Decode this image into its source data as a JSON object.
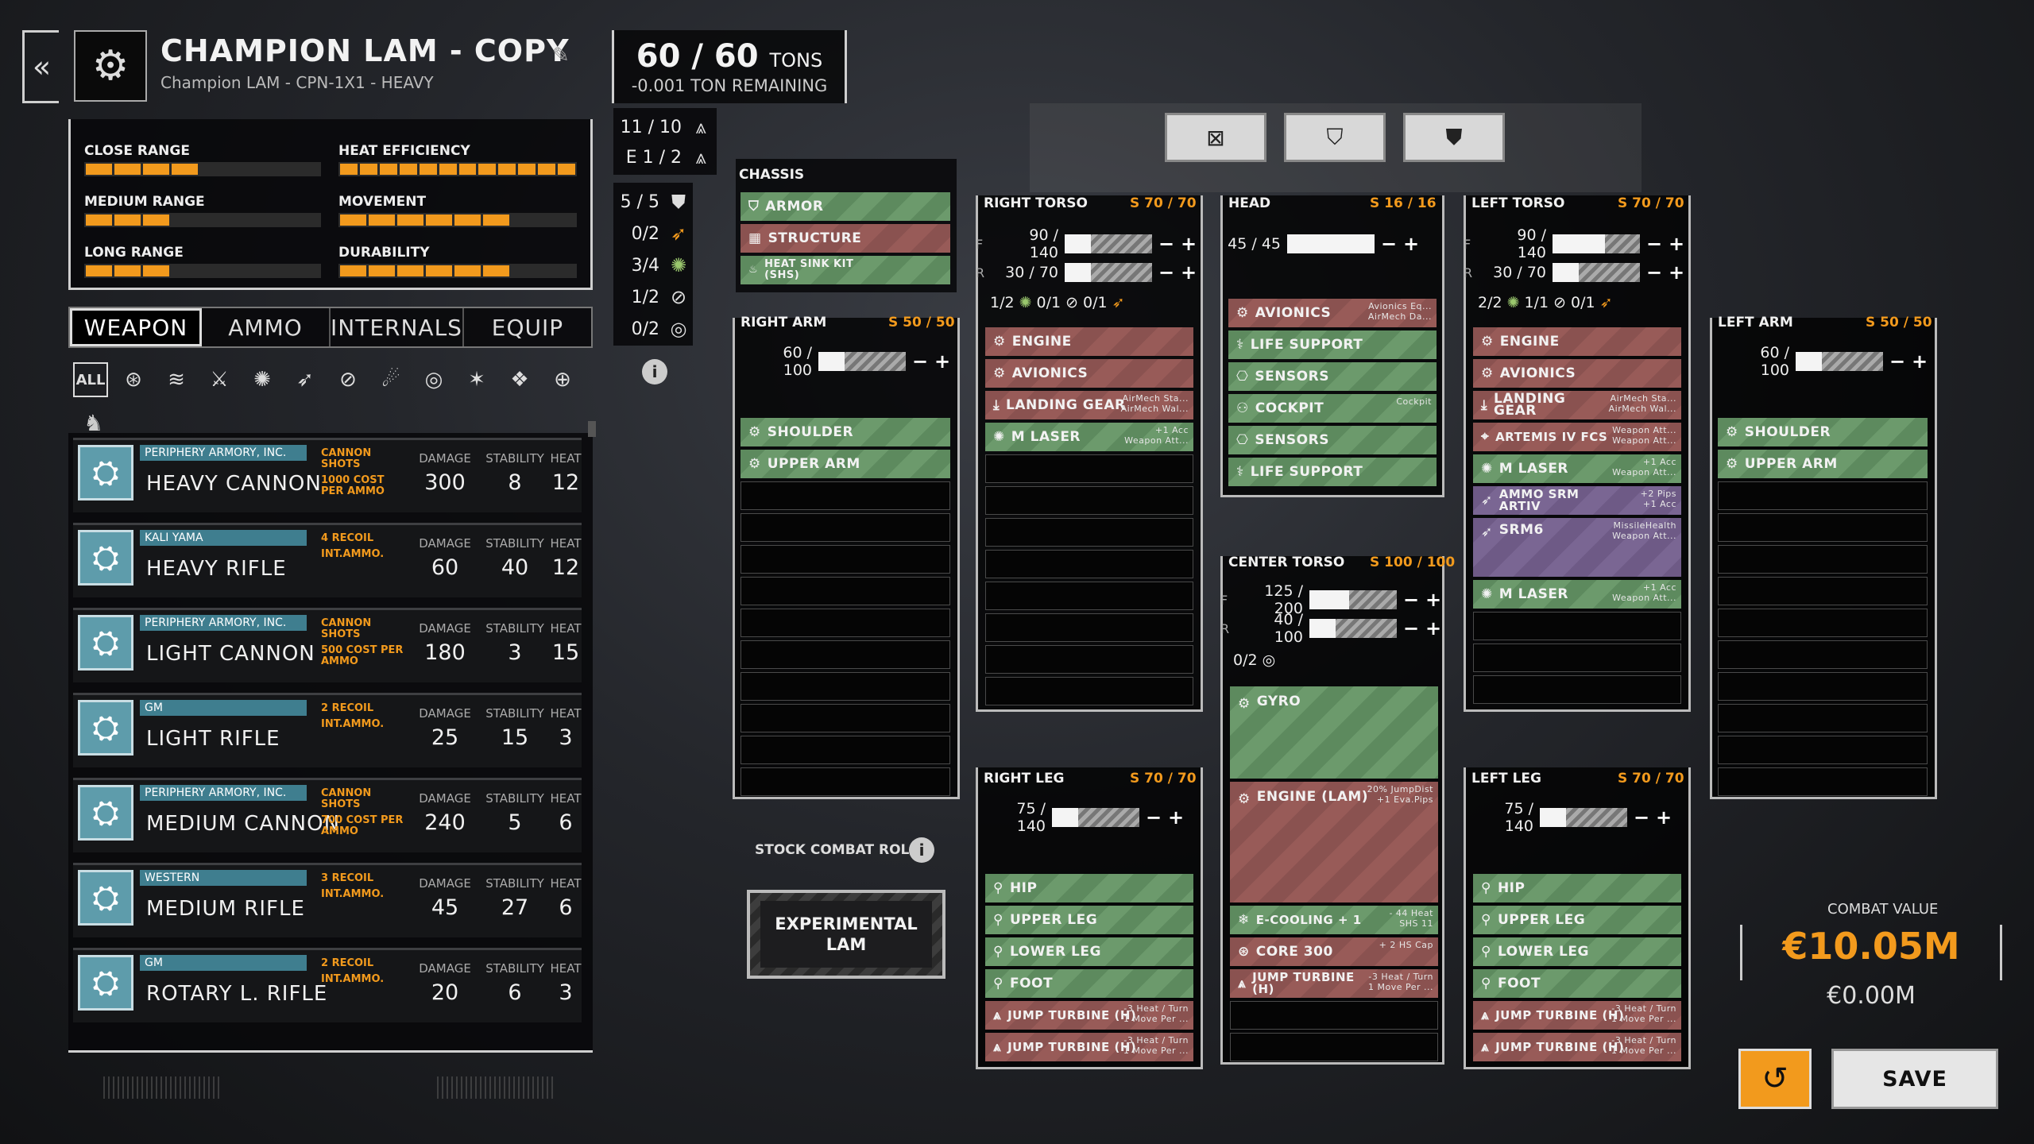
{
  "header": {
    "title": "CHAMPION LAM - COPY",
    "subtitle": "Champion LAM - CPN-1X1 - HEAVY"
  },
  "stats": [
    {
      "label": "CLOSE RANGE",
      "pips": 4
    },
    {
      "label": "HEAT EFFICIENCY",
      "pips": 12
    },
    {
      "label": "MEDIUM RANGE",
      "pips": 3
    },
    {
      "label": "MOVEMENT",
      "pips": 6
    },
    {
      "label": "LONG RANGE",
      "pips": 3
    },
    {
      "label": "DURABILITY",
      "pips": 6
    }
  ],
  "tabs": [
    "WEAPON",
    "AMMO",
    "INTERNALS",
    "EQUIP"
  ],
  "filter_all": "ALL",
  "weapon_cols": {
    "damage": "DAMAGE",
    "stability": "STABILITY",
    "heat": "HEAT"
  },
  "weapons": [
    {
      "maker": "PERIPHERY ARMORY, INC.",
      "name": "HEAVY CANNON",
      "tag1": "CANNON SHOTS",
      "tag2": "1000 COST PER AMMO",
      "damage": "300",
      "stability": "8",
      "heat": "12"
    },
    {
      "maker": "KALI YAMA",
      "name": "HEAVY RIFLE",
      "tag1": "4 RECOIL",
      "tag2": "INT.AMMO.",
      "damage": "60",
      "stability": "40",
      "heat": "12"
    },
    {
      "maker": "PERIPHERY ARMORY, INC.",
      "name": "LIGHT CANNON",
      "tag1": "CANNON SHOTS",
      "tag2": "500 COST PER AMMO",
      "damage": "180",
      "stability": "3",
      "heat": "15"
    },
    {
      "maker": "GM",
      "name": "LIGHT RIFLE",
      "tag1": "2 RECOIL",
      "tag2": "INT.AMMO.",
      "damage": "25",
      "stability": "15",
      "heat": "3"
    },
    {
      "maker": "PERIPHERY ARMORY, INC.",
      "name": "MEDIUM CANNON",
      "tag1": "CANNON SHOTS",
      "tag2": "700 COST PER AMMO",
      "damage": "240",
      "stability": "5",
      "heat": "6"
    },
    {
      "maker": "WESTERN",
      "name": "MEDIUM RIFLE",
      "tag1": "3 RECOIL",
      "tag2": "INT.AMMO.",
      "damage": "45",
      "stability": "27",
      "heat": "6"
    },
    {
      "maker": "GM",
      "name": "ROTARY L. RIFLE",
      "tag1": "2 RECOIL",
      "tag2": "INT.AMMO.",
      "damage": "20",
      "stability": "6",
      "heat": "3"
    }
  ],
  "tonnage": {
    "value": "60 / 60",
    "unit": "TONS",
    "remaining": "-0.001 TON REMAINING"
  },
  "capacity": [
    {
      "text": "11 / 10",
      "icon": "jump-jet"
    },
    {
      "text": "E 1 / 2",
      "icon": "jump-jet"
    },
    {
      "text": "5 / 5",
      "icon": "armor-chevron"
    },
    {
      "text": "0/2",
      "icon": "missile"
    },
    {
      "text": "3/4",
      "icon": "energy"
    },
    {
      "text": "1/2",
      "icon": "ballistic"
    },
    {
      "text": "0/2",
      "icon": "support"
    }
  ],
  "chassis": {
    "title": "CHASSIS",
    "items": [
      "ARMOR",
      "STRUCTURE",
      "HEAT SINK KIT (SHS)"
    ]
  },
  "right_arm": {
    "title": "RIGHT ARM",
    "cap": "S 50 / 50",
    "armor": "60 / 100",
    "slots": [
      "SHOULDER",
      "UPPER ARM"
    ]
  },
  "left_arm": {
    "title": "LEFT ARM",
    "cap": "S 50 / 50",
    "armor": "60 / 100",
    "slots": [
      "SHOULDER",
      "UPPER ARM"
    ]
  },
  "right_torso": {
    "title": "RIGHT TORSO",
    "cap": "S 70 / 70",
    "front": "90 / 140",
    "rear": "30 / 70",
    "hp": [
      "1/2",
      "0/1",
      "0/1"
    ],
    "slots": [
      {
        "n": "ENGINE",
        "c": "r"
      },
      {
        "n": "AVIONICS",
        "c": "r"
      },
      {
        "n": "LANDING GEAR",
        "c": "r",
        "s": "AirMech Sta...\nAirMech Wal..."
      },
      {
        "n": "M LASER",
        "c": "g",
        "s": "+1 Acc\nWeapon Att..."
      }
    ]
  },
  "head": {
    "title": "HEAD",
    "cap": "S 16 / 16",
    "armor": "45 / 45",
    "slots": [
      {
        "n": "AVIONICS",
        "c": "r",
        "s": "Avionics Eq...\nAirMech Da..."
      },
      {
        "n": "LIFE SUPPORT",
        "c": "g"
      },
      {
        "n": "SENSORS",
        "c": "g"
      },
      {
        "n": "COCKPIT",
        "c": "g",
        "s": "Cockpit"
      },
      {
        "n": "SENSORS",
        "c": "g"
      },
      {
        "n": "LIFE SUPPORT",
        "c": "g"
      }
    ]
  },
  "left_torso": {
    "title": "LEFT TORSO",
    "cap": "S 70 / 70",
    "front": "90 / 140",
    "rear": "30 / 70",
    "hp": [
      "2/2",
      "1/1",
      "0/1"
    ],
    "slots": [
      {
        "n": "ENGINE",
        "c": "r"
      },
      {
        "n": "AVIONICS",
        "c": "r"
      },
      {
        "n": "LANDING GEAR",
        "c": "r",
        "s": "AirMech Sta...\nAirMech Wal..."
      },
      {
        "n": "ARTEMIS IV FCS",
        "c": "r",
        "s": "Weapon Att...\nWeapon Att..."
      },
      {
        "n": "M LASER",
        "c": "g",
        "s": "+1 Acc\nWeapon Att..."
      },
      {
        "n": "AMMO SRM ARTIV",
        "c": "p",
        "s": "+2 Pips\n+1 Acc"
      },
      {
        "n": "SRM6",
        "c": "p",
        "s": "MissileHealth\nWeapon Att..."
      },
      {
        "n": "M LASER",
        "c": "g",
        "s": "+1 Acc\nWeapon Att..."
      }
    ]
  },
  "center_torso": {
    "title": "CENTER TORSO",
    "cap": "S 100 / 100",
    "front": "125 / 200",
    "rear": "40 / 100",
    "hp": "0/2",
    "slots": [
      {
        "n": "GYRO",
        "c": "g"
      },
      {
        "n": "ENGINE (LAM)",
        "c": "r",
        "s": "20% JumpDist\n+1 Eva.Pips"
      },
      {
        "n": "E-COOLING + 1",
        "c": "g",
        "s": "- 44 Heat\nSHS 11"
      },
      {
        "n": "CORE 300",
        "c": "r",
        "s": "+ 2 HS Cap"
      },
      {
        "n": "JUMP TURBINE (H)",
        "c": "r",
        "s": "-3 Heat / Turn\n1 Move Per ..."
      }
    ]
  },
  "right_leg": {
    "title": "RIGHT LEG",
    "cap": "S 70 / 70",
    "armor": "75 / 140",
    "slots": [
      {
        "n": "HIP",
        "c": "g"
      },
      {
        "n": "UPPER LEG",
        "c": "g"
      },
      {
        "n": "LOWER LEG",
        "c": "g"
      },
      {
        "n": "FOOT",
        "c": "g"
      },
      {
        "n": "JUMP TURBINE (H)",
        "c": "r",
        "s": "-3 Heat / Turn\n1 Move Per ..."
      },
      {
        "n": "JUMP TURBINE (H)",
        "c": "r",
        "s": "-3 Heat / Turn\n1 Move Per ..."
      }
    ]
  },
  "left_leg": {
    "title": "LEFT LEG",
    "cap": "S 70 / 70",
    "armor": "75 / 140",
    "slots": [
      {
        "n": "HIP",
        "c": "g"
      },
      {
        "n": "UPPER LEG",
        "c": "g"
      },
      {
        "n": "LOWER LEG",
        "c": "g"
      },
      {
        "n": "FOOT",
        "c": "g"
      },
      {
        "n": "JUMP TURBINE (H)",
        "c": "r",
        "s": "-3 Heat / Turn\n1 Move Per ..."
      },
      {
        "n": "JUMP TURBINE (H)",
        "c": "r",
        "s": "-3 Heat / Turn\n1 Move Per ..."
      }
    ]
  },
  "stock_role": {
    "label": "STOCK COMBAT ROLE",
    "value": "EXPERIMENTAL LAM"
  },
  "combat_value": {
    "label": "COMBAT VALUE",
    "value": "€10.05M",
    "delta": "€0.00M"
  },
  "buttons": {
    "save": "SAVE"
  },
  "colors": {
    "accent": "#f29a1d",
    "slot_green": "#6c9a6c",
    "slot_red": "#985b58",
    "slot_purple": "#7a6693",
    "weapon_teal": "#3f7e8f"
  }
}
